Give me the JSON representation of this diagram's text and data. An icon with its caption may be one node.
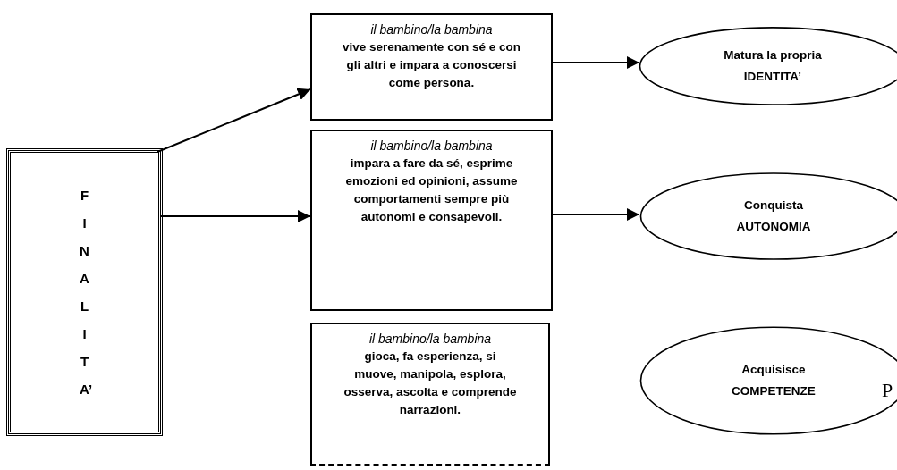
{
  "diagram": {
    "nodes": [
      {
        "text": [
          "FINALITA’"
        ]
      },
      {
        "text": [
          "il bambino/la bambina",
          "vive serenamente con sé e con gli altri e impara a conoscersi come persona."
        ]
      },
      {
        "text": [
          "il bambino/la bambina",
          "impara a fare da sé, esprime emozioni ed opinioni, assume comportamenti sempre più autonomi e consapevoli."
        ]
      },
      {
        "text": [
          "il bambino/la bambina",
          "gioca, fa esperienza, si muove, manipola, esplora, osserva, ascolta e comprende narrazioni."
        ]
      },
      {
        "text": [
          "Matura la  propria IDENTITA’"
        ]
      },
      {
        "text": [
          "Conquista AUTONOMIA"
        ]
      },
      {
        "text": [
          "Acquisisce COMPETENZE"
        ]
      }
    ],
    "edges": [
      {
        "from": 0,
        "to": 1,
        "arrow": "to"
      },
      {
        "from": 0,
        "to": 2,
        "arrow": "to"
      },
      {
        "from": 1,
        "to": 4,
        "arrow": "to"
      },
      {
        "from": 2,
        "to": 5,
        "arrow": "to"
      }
    ],
    "labels": [
      "P"
    ]
  }
}
